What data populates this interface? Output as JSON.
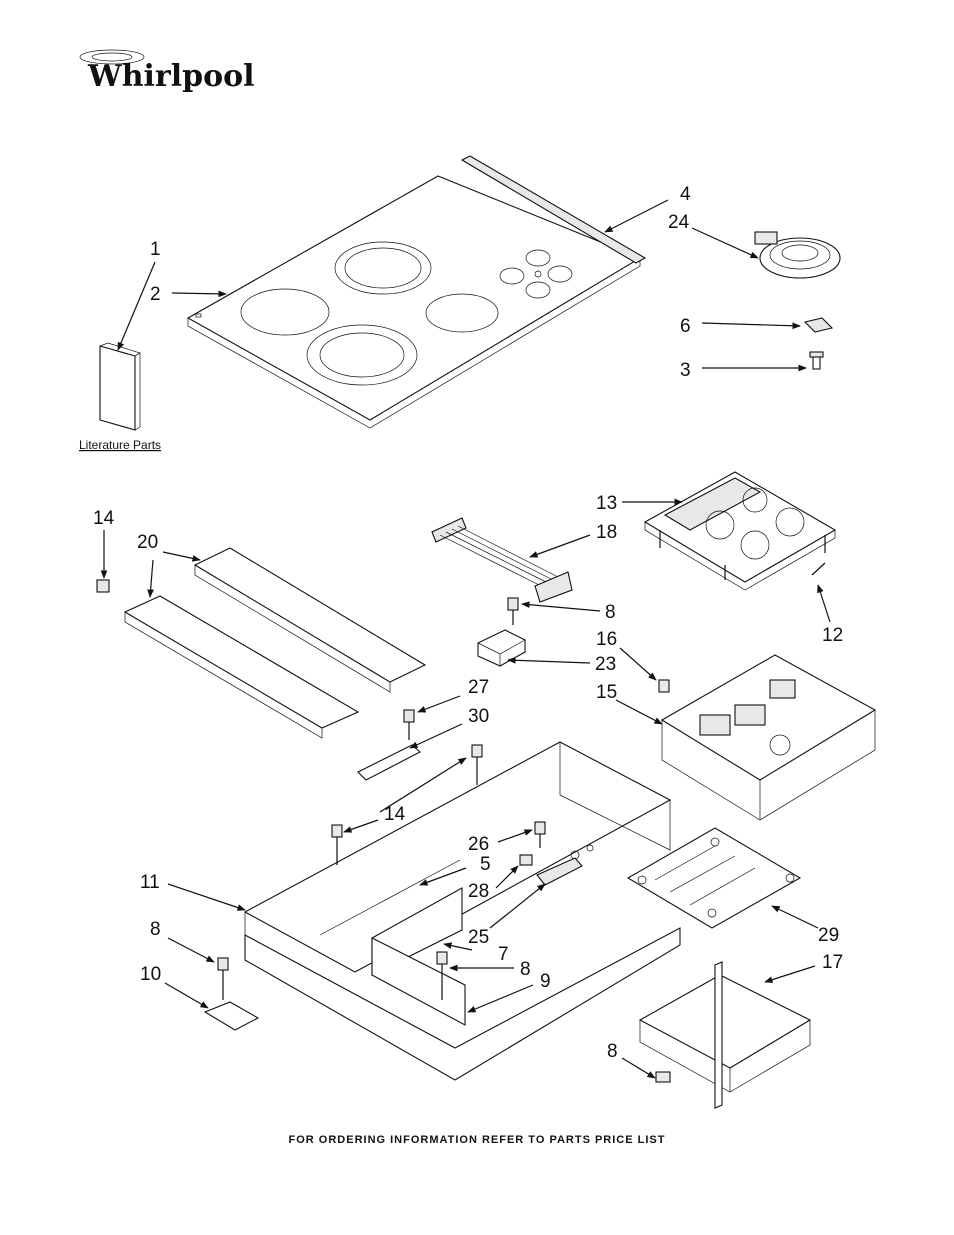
{
  "brand": {
    "logo_text": "Whirlpool"
  },
  "literature_label": "Literature Parts",
  "footer_text": "FOR ORDERING INFORMATION REFER TO PARTS PRICE LIST",
  "callouts": {
    "c1": "1",
    "c2": "2",
    "c4": "4",
    "c24": "24",
    "c6": "6",
    "c3": "3",
    "c13": "13",
    "c18": "18",
    "c12": "12",
    "c14a": "14",
    "c20": "20",
    "c8a": "8",
    "c23": "23",
    "c16": "16",
    "c15": "15",
    "c27": "27",
    "c30": "30",
    "c14b": "14",
    "c26": "26",
    "c5": "5",
    "c11": "11",
    "c28": "28",
    "c29": "29",
    "c25": "25",
    "c8b": "8",
    "c7": "7",
    "c8c": "8",
    "c9": "9",
    "c10": "10",
    "c17": "17",
    "c8d": "8"
  }
}
